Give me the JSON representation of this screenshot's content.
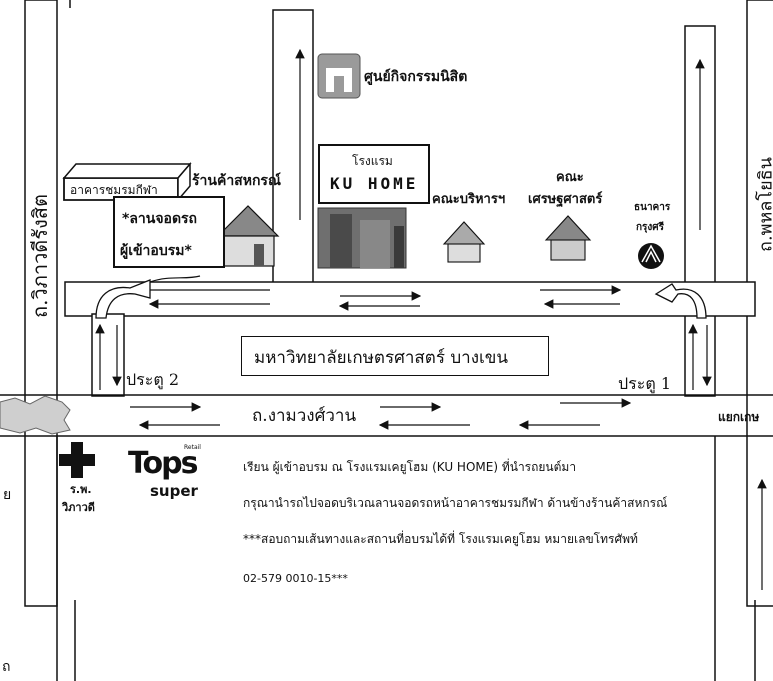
{
  "roads": {
    "vibhavadi": "ถ.วิภาวดีรังสิต",
    "phahon": "ถ.พหลโยธิน",
    "ngamwongwan": "ถ.งามวงศ์วาน",
    "junction": "แยกเกษ"
  },
  "university": "มหาวิทยาลัยเกษตรศาสตร์ บางเขน",
  "gates": {
    "gate2": "ประตู 2",
    "gate1": "ประตู 1"
  },
  "places": {
    "student_center": "ศูนย์กิจกรรมนิสิต",
    "sports_building": "อาคารชมรมกีฬา",
    "coop_store": "ร้านค้าสหกรณ์",
    "parking_line1": "*ลานจอดรถ",
    "parking_line2": "ผู้เข้าอบรม*",
    "hotel_line1": "โรงแรม",
    "hotel_line2": "KU HOME",
    "admin_faculty": "คณะบริหารฯ",
    "econ_line1": "คณะ",
    "econ_line2": "เศรษฐศาสตร์",
    "bank_line1": "ธนาคาร",
    "bank_line2": "กรุงศรี",
    "hospital_line1": "ร.พ.",
    "hospital_line2": "วิภาวดี",
    "tops_brand": "Tops",
    "tops_small": "Retail",
    "tops_super": "super"
  },
  "notes": {
    "line1": "เรียน ผู้เข้าอบรม ณ โรงแรมเคยูโฮม (KU HOME) ที่นำรถยนต์มา",
    "line2": "กรุณานำรถไปจอดบริเวณลานจอดรถหน้าอาคารชมรมกีฬา ด้านข้างร้านค้าสหกรณ์",
    "line3": "***สอบถามเส้นทางและสถานที่อบรมได้ที่ โรงแรมเคยูโฮม หมายเลขโทรศัพท์",
    "line4": "02-579 0010-15***"
  },
  "edge_fragments": {
    "left_mid": "ย",
    "left_bottom": "ถ"
  },
  "colors": {
    "ink": "#111111",
    "road_fill": "#ffffff",
    "building_grey": "#9a9a9a"
  }
}
